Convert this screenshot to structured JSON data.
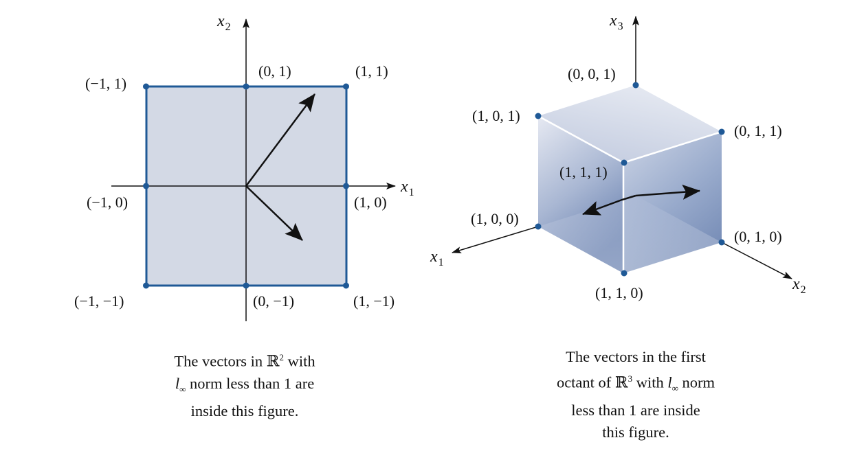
{
  "left_figure": {
    "axis_x1": "x",
    "axis_x1_sub": "1",
    "axis_x2": "x",
    "axis_x2_sub": "2",
    "points": [
      {
        "label": "(−1, 1)",
        "coords": [
          -1,
          1
        ]
      },
      {
        "label": "(0, 1)",
        "coords": [
          0,
          1
        ]
      },
      {
        "label": "(1, 1)",
        "coords": [
          1,
          1
        ]
      },
      {
        "label": "(−1, 0)",
        "coords": [
          -1,
          0
        ]
      },
      {
        "label": "(1, 0)",
        "coords": [
          1,
          0
        ]
      },
      {
        "label": "(−1, −1)",
        "coords": [
          -1,
          -1
        ]
      },
      {
        "label": "(0, −1)",
        "coords": [
          0,
          -1
        ]
      },
      {
        "label": "(1, −1)",
        "coords": [
          1,
          -1
        ]
      }
    ],
    "caption": {
      "line1_pre": "The vectors in ",
      "line1_set": "ℝ",
      "line1_sup": "2",
      "line1_post": " with",
      "line2_l": "l",
      "line2_sub": "∞",
      "line2_post": " norm less than 1 are",
      "line3": "inside this figure."
    },
    "colors": {
      "fill": "#d3d9e5",
      "edge": "#1f5996",
      "point": "#1f5996",
      "axis": "#111111"
    }
  },
  "right_figure": {
    "axis_x1": "x",
    "axis_x1_sub": "1",
    "axis_x2": "x",
    "axis_x2_sub": "2",
    "axis_x3": "x",
    "axis_x3_sub": "3",
    "points": [
      {
        "label": "(0, 0, 1)",
        "coords": [
          0,
          0,
          1
        ]
      },
      {
        "label": "(1, 0, 1)",
        "coords": [
          1,
          0,
          1
        ]
      },
      {
        "label": "(0, 1, 1)",
        "coords": [
          0,
          1,
          1
        ]
      },
      {
        "label": "(1, 1, 1)",
        "coords": [
          1,
          1,
          1
        ]
      },
      {
        "label": "(1, 0, 0)",
        "coords": [
          1,
          0,
          0
        ]
      },
      {
        "label": "(0, 1, 0)",
        "coords": [
          0,
          1,
          0
        ]
      },
      {
        "label": "(1, 1, 0)",
        "coords": [
          1,
          1,
          0
        ]
      }
    ],
    "caption": {
      "line1": "The vectors in the first",
      "line2_pre": "octant of ",
      "line2_set": "ℝ",
      "line2_sup": "3",
      "line2_mid": " with ",
      "line2_l": "l",
      "line2_sub": "∞",
      "line2_post": " norm",
      "line3": "less than 1 are inside",
      "line4": "this figure."
    },
    "colors": {
      "light": "#dfe3ee",
      "dark": "#6f87b3",
      "edge": "#ffffff",
      "point": "#1f5996"
    }
  }
}
